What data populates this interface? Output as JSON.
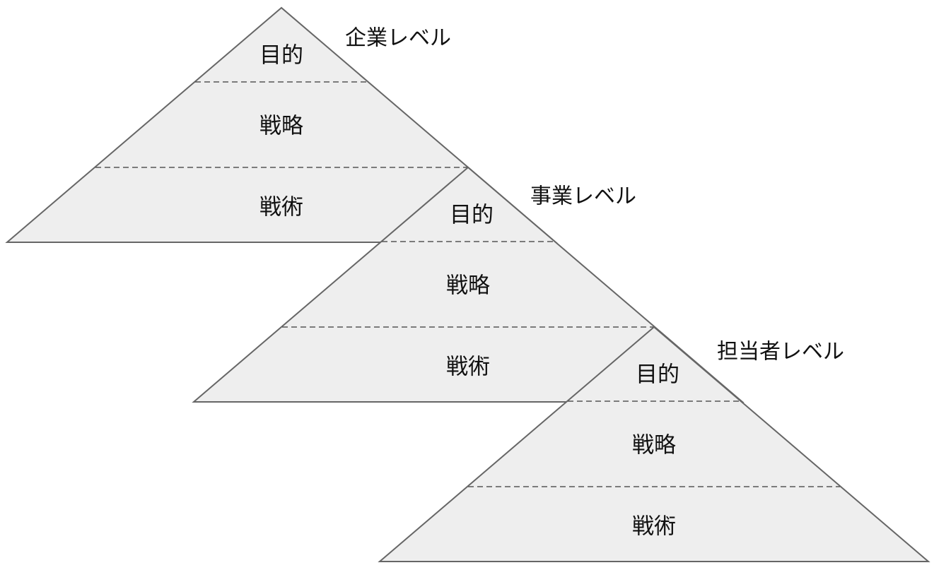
{
  "pyramids": [
    {
      "level_label": "企業レベル",
      "layers": [
        "目的",
        "戦略",
        "戦術"
      ]
    },
    {
      "level_label": "事業レベル",
      "layers": [
        "目的",
        "戦略",
        "戦術"
      ]
    },
    {
      "level_label": "担当者レベル",
      "layers": [
        "目的",
        "戦略",
        "戦術"
      ]
    }
  ]
}
